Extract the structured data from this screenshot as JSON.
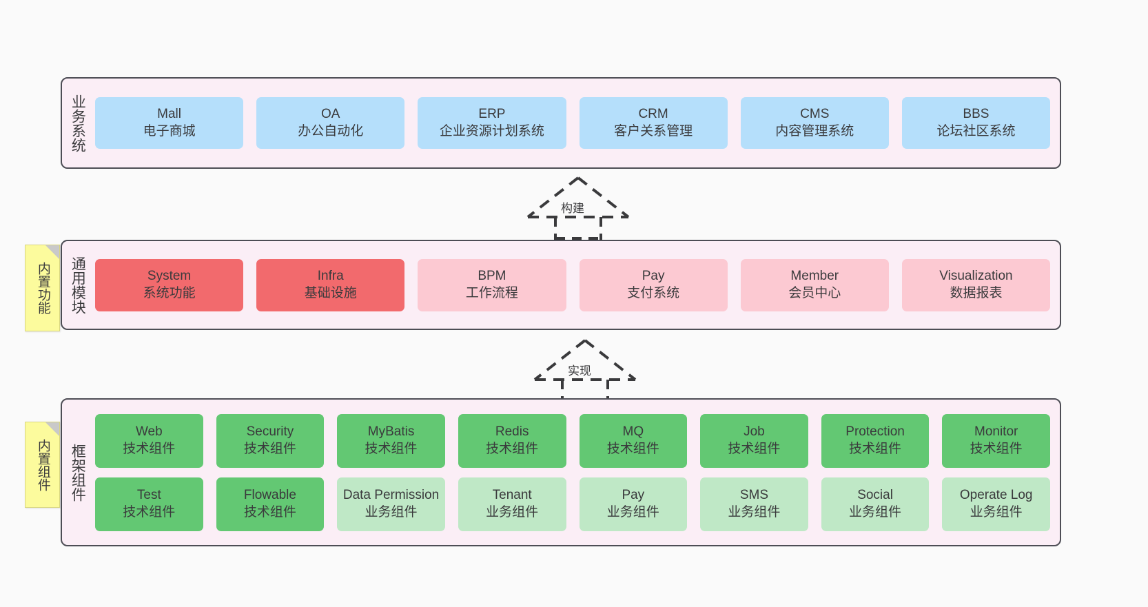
{
  "diagram": {
    "background": "#fafafa",
    "panel_fill": "#fbeef6",
    "panel_border": "#4d4d55"
  },
  "notes": [
    {
      "id": "builtin-functions",
      "label": "内置功能",
      "color": "#fcfb9d"
    },
    {
      "id": "builtin-components",
      "label": "内置组件",
      "color": "#fcfb9d"
    }
  ],
  "arrows": [
    {
      "id": "build",
      "label": "构建",
      "style": "dashed-hollow-up"
    },
    {
      "id": "implement",
      "label": "实现",
      "style": "dashed-hollow-up"
    }
  ],
  "layers": [
    {
      "id": "business-systems",
      "title": "业务系统",
      "rows": [
        {
          "cells": [
            {
              "en": "Mall",
              "cn": "电子商城",
              "color": "#b5dffb",
              "variant": "blue"
            },
            {
              "en": "OA",
              "cn": "办公自动化",
              "color": "#b5dffb",
              "variant": "blue"
            },
            {
              "en": "ERP",
              "cn": "企业资源计划系统",
              "color": "#b5dffb",
              "variant": "blue"
            },
            {
              "en": "CRM",
              "cn": "客户关系管理",
              "color": "#b5dffb",
              "variant": "blue"
            },
            {
              "en": "CMS",
              "cn": "内容管理系统",
              "color": "#b5dffb",
              "variant": "blue"
            },
            {
              "en": "BBS",
              "cn": "论坛社区系统",
              "color": "#b5dffb",
              "variant": "blue"
            }
          ]
        }
      ]
    },
    {
      "id": "common-modules",
      "title": "通用模块",
      "rows": [
        {
          "cells": [
            {
              "en": "System",
              "cn": "系统功能",
              "color": "#f26a6d",
              "variant": "red"
            },
            {
              "en": "Infra",
              "cn": "基础设施",
              "color": "#f26a6d",
              "variant": "red"
            },
            {
              "en": "BPM",
              "cn": "工作流程",
              "color": "#fcc9d2",
              "variant": "pink"
            },
            {
              "en": "Pay",
              "cn": "支付系统",
              "color": "#fcc9d2",
              "variant": "pink"
            },
            {
              "en": "Member",
              "cn": "会员中心",
              "color": "#fcc9d2",
              "variant": "pink"
            },
            {
              "en": "Visualization",
              "cn": "数据报表",
              "color": "#fcc9d2",
              "variant": "pink"
            }
          ]
        }
      ]
    },
    {
      "id": "framework-components",
      "title": "框架组件",
      "rows": [
        {
          "cells": [
            {
              "en": "Web",
              "cn": "技术组件",
              "color": "#63c873",
              "variant": "green"
            },
            {
              "en": "Security",
              "cn": "技术组件",
              "color": "#63c873",
              "variant": "green"
            },
            {
              "en": "MyBatis",
              "cn": "技术组件",
              "color": "#63c873",
              "variant": "green"
            },
            {
              "en": "Redis",
              "cn": "技术组件",
              "color": "#63c873",
              "variant": "green"
            },
            {
              "en": "MQ",
              "cn": "技术组件",
              "color": "#63c873",
              "variant": "green"
            },
            {
              "en": "Job",
              "cn": "技术组件",
              "color": "#63c873",
              "variant": "green"
            },
            {
              "en": "Protection",
              "cn": "技术组件",
              "color": "#63c873",
              "variant": "green"
            },
            {
              "en": "Monitor",
              "cn": "技术组件",
              "color": "#63c873",
              "variant": "green"
            }
          ]
        },
        {
          "cells": [
            {
              "en": "Test",
              "cn": "技术组件",
              "color": "#63c873",
              "variant": "green"
            },
            {
              "en": "Flowable",
              "cn": "技术组件",
              "color": "#63c873",
              "variant": "green"
            },
            {
              "en": "Data Permission",
              "cn": "业务组件",
              "color": "#bfe8c6",
              "variant": "lgreen"
            },
            {
              "en": "Tenant",
              "cn": "业务组件",
              "color": "#bfe8c6",
              "variant": "lgreen"
            },
            {
              "en": "Pay",
              "cn": "业务组件",
              "color": "#bfe8c6",
              "variant": "lgreen"
            },
            {
              "en": "SMS",
              "cn": "业务组件",
              "color": "#bfe8c6",
              "variant": "lgreen"
            },
            {
              "en": "Social",
              "cn": "业务组件",
              "color": "#bfe8c6",
              "variant": "lgreen"
            },
            {
              "en": "Operate Log",
              "cn": "业务组件",
              "color": "#bfe8c6",
              "variant": "lgreen"
            }
          ]
        }
      ]
    }
  ]
}
